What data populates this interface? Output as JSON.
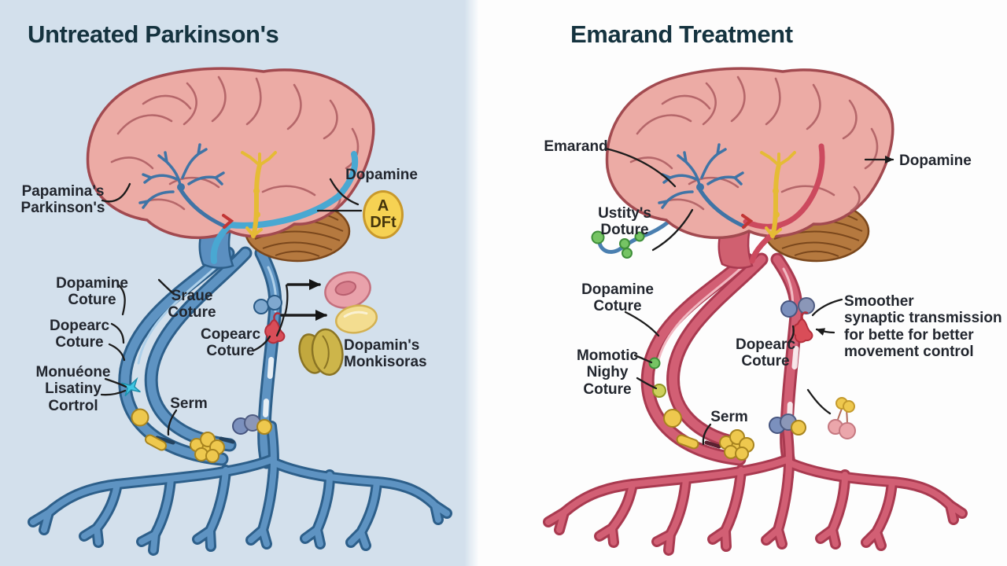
{
  "left_panel": {
    "title": "Untreated Parkinson's",
    "labels": {
      "papamina": {
        "line1": "Papamina's",
        "line2": "Parkinson's"
      },
      "dopamine": "Dopamine",
      "dopamine_badge": {
        "line1": "A",
        "line2": "DFt"
      },
      "dopamine_coture": {
        "line1": "Dopamine",
        "line2": "Coture"
      },
      "dopearc_coture": {
        "line1": "Dopearc",
        "line2": "Coture"
      },
      "monuone": {
        "line1": "Monuéone",
        "line2": "Lisatiny",
        "line3": "Cortrol"
      },
      "sraue_coture": {
        "line1": "Sraue",
        "line2": "Coture"
      },
      "copearc_coture": {
        "line1": "Copearc",
        "line2": "Coture"
      },
      "dopamins_monkisoras": {
        "line1": "Dopamin's",
        "line2": "Monkisoras"
      },
      "serm": "Serm"
    }
  },
  "right_panel": {
    "title": "Emarand Treatment",
    "labels": {
      "emarand": "Emarand",
      "dopamine": "Dopamine",
      "ustitys_doture": {
        "line1": "Ustity's",
        "line2": "Doture"
      },
      "dopamine_coture": {
        "line1": "Dopamine",
        "line2": "Coture"
      },
      "momotic": {
        "line1": "Momotic",
        "line2": "Nighy",
        "line3": "Coture"
      },
      "dopearc_coture": {
        "line1": "Dopearc",
        "line2": "Coture"
      },
      "smoother": {
        "line1": "Smoother",
        "line2": "synaptic transmission",
        "line3": "for bette for better",
        "line4": "movement control"
      },
      "serm": "Serm"
    }
  },
  "palette": {
    "left_background": "#d3e0ec",
    "right_background": "#fdfdfd",
    "title_color": "#15333f",
    "label_color": "#22262e",
    "brain_pink": "#ecaba5",
    "brain_outline": "#a24a50",
    "cerebellum_brown": "#b5793f",
    "pathway_blue": "#5e93c2",
    "pathway_blue_dark": "#2d5f8a",
    "pathway_red": "#d25f74",
    "pathway_red_dark": "#a93a50",
    "neuron_blue": "#3f74a6",
    "neuron_yellow": "#e5bb35",
    "dopamine_badge_yellow": "#f6d253",
    "vesicle_green": "#76c464",
    "vesicle_yellow": "#eec84e",
    "receptor_cyan": "#3fc6e4",
    "accent_red": "#d94d58"
  }
}
